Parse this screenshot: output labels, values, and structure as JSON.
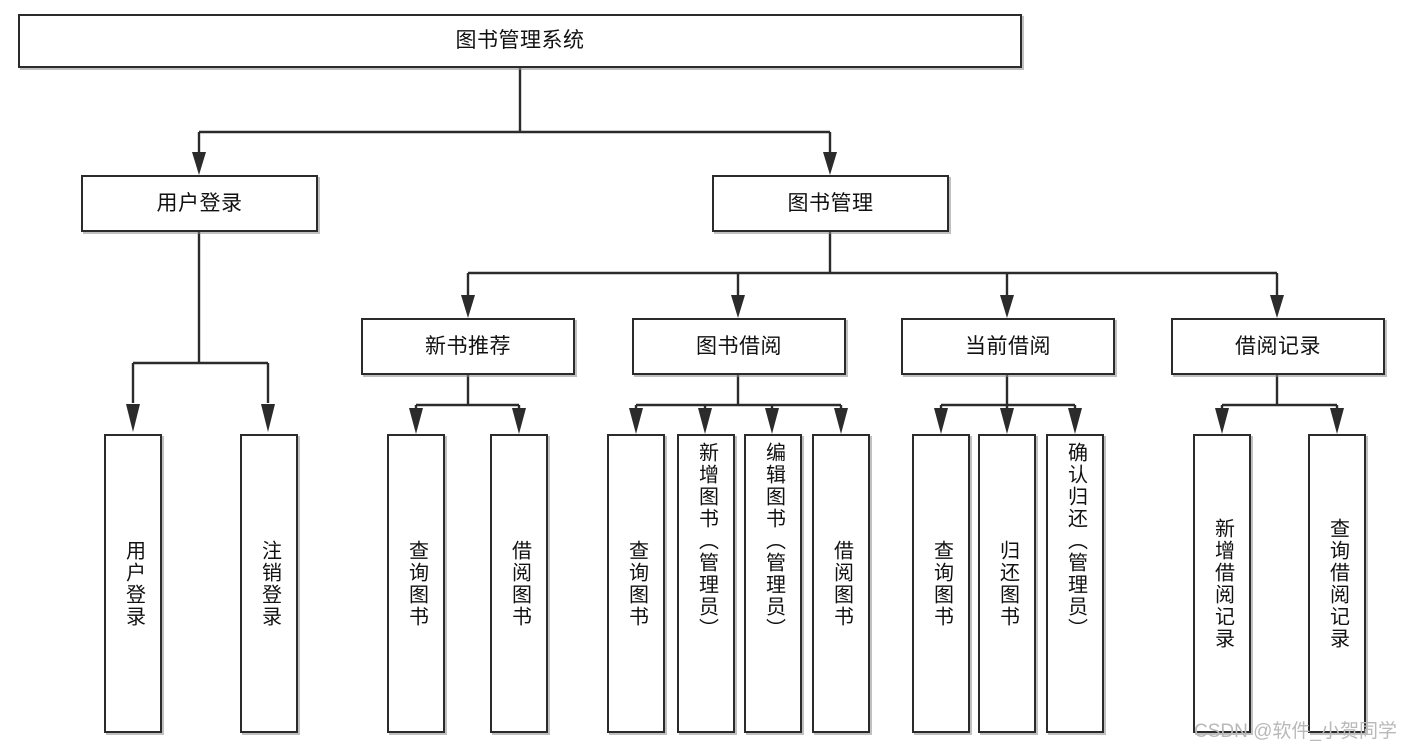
{
  "diagram": {
    "type": "tree",
    "title": "图书管理系统",
    "orientation": "top-down",
    "colors": {
      "box_border": "#2b2b2b",
      "box_fill": "#ffffff",
      "connector": "#2b2b2b",
      "text": "#111111",
      "background": "#ffffff",
      "watermark": "#b9b9b9"
    },
    "root": {
      "label": "图书管理系统"
    },
    "level2": [
      {
        "label": "用户登录"
      },
      {
        "label": "图书管理"
      }
    ],
    "level3": [
      {
        "label": "新书推荐"
      },
      {
        "label": "图书借阅"
      },
      {
        "label": "当前借阅"
      },
      {
        "label": "借阅记录"
      }
    ],
    "leaves": {
      "user_login": [
        {
          "label": "用户登录"
        },
        {
          "label": "注销登录"
        }
      ],
      "new_book_recommend": [
        {
          "label": "查询图书"
        },
        {
          "label": "借阅图书"
        }
      ],
      "book_borrow": [
        {
          "label": "查询图书"
        },
        {
          "label": "新增图书（管理员）"
        },
        {
          "label": "编辑图书（管理员）"
        },
        {
          "label": "借阅图书"
        }
      ],
      "current_borrow": [
        {
          "label": "查询图书"
        },
        {
          "label": "归还图书"
        },
        {
          "label": "确认归还（管理员）"
        }
      ],
      "borrow_records": [
        {
          "label": "新增借阅记录"
        },
        {
          "label": "查询借阅记录"
        }
      ]
    }
  },
  "watermark": {
    "text": "CSDN @软件_小贺同学"
  }
}
